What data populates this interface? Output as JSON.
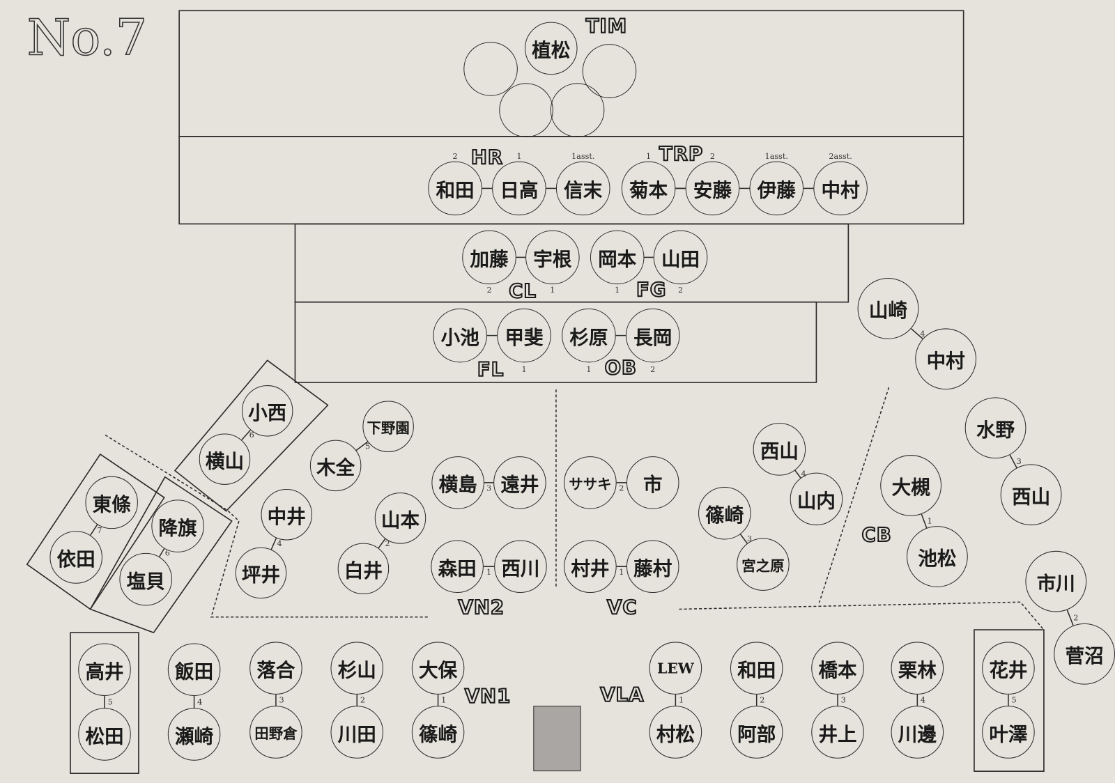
{
  "title": "No.7",
  "sections": {
    "tim": "TIM",
    "hr": "HR",
    "trp": "TRP",
    "cl": "CL",
    "fg": "FG",
    "fl": "FL",
    "ob": "OB",
    "vn2": "VN2",
    "vc": "VC",
    "vn1": "VN1",
    "vla": "VLA",
    "cb": "CB"
  },
  "timpani": {
    "player": "植松"
  },
  "brass_row": [
    {
      "name": "和田",
      "rank": "2"
    },
    {
      "name": "日高",
      "rank": "1"
    },
    {
      "name": "信末",
      "rank": "1asst."
    },
    {
      "name": "菊本",
      "rank": "1"
    },
    {
      "name": "安藤",
      "rank": "2"
    },
    {
      "name": "伊藤",
      "rank": "1asst."
    },
    {
      "name": "中村",
      "rank": "2asst."
    }
  ],
  "woodwind_row1": [
    {
      "name": "加藤",
      "rank": "2"
    },
    {
      "name": "宇根",
      "rank": "1"
    },
    {
      "name": "岡本",
      "rank": "1"
    },
    {
      "name": "山田",
      "rank": "2"
    }
  ],
  "woodwind_row2": [
    {
      "name": "小池",
      "rank": ""
    },
    {
      "name": "甲斐",
      "rank": "1"
    },
    {
      "name": "杉原",
      "rank": "1"
    },
    {
      "name": "長岡",
      "rank": "2"
    }
  ],
  "pairs": [
    {
      "a": "小西",
      "b": "横山",
      "desk": "6"
    },
    {
      "a": "東條",
      "b": "依田",
      "desk": "7"
    },
    {
      "a": "降旗",
      "b": "塩貝",
      "desk": "6"
    },
    {
      "a": "下野園",
      "b": "木全",
      "desk": "5"
    },
    {
      "a": "中井",
      "b": "坪井",
      "desk": "4"
    },
    {
      "a": "山本",
      "b": "白井",
      "desk": "2"
    },
    {
      "a": "横島",
      "b": "遠井",
      "desk": "3"
    },
    {
      "a": "森田",
      "b": "西川",
      "desk": "1"
    },
    {
      "a": "ササキ",
      "b": "市",
      "desk": "2"
    },
    {
      "a": "村井",
      "b": "藤村",
      "desk": "1"
    },
    {
      "a": "西山",
      "b": "山内",
      "desk": "4"
    },
    {
      "a": "篠崎",
      "b": "宮之原",
      "desk": "3"
    },
    {
      "a": "山崎",
      "b": "中村",
      "desk": "4"
    },
    {
      "a": "水野",
      "b": "西山",
      "desk": "3"
    },
    {
      "a": "大槻",
      "b": "池松",
      "desk": "1"
    },
    {
      "a": "市川",
      "b": "菅沼",
      "desk": "2"
    },
    {
      "a": "高井",
      "b": "松田",
      "desk": "5"
    },
    {
      "a": "飯田",
      "b": "瀬崎",
      "desk": "4"
    },
    {
      "a": "落合",
      "b": "田野倉",
      "desk": "3"
    },
    {
      "a": "杉山",
      "b": "川田",
      "desk": "2"
    },
    {
      "a": "大保",
      "b": "篠崎",
      "desk": "1"
    },
    {
      "a": "LEW",
      "b": "村松",
      "desk": "1"
    },
    {
      "a": "和田",
      "b": "阿部",
      "desk": "2"
    },
    {
      "a": "橋本",
      "b": "井上",
      "desk": "3"
    },
    {
      "a": "栗林",
      "b": "川邊",
      "desk": "4"
    },
    {
      "a": "花井",
      "b": "叶澤",
      "desk": "5"
    }
  ]
}
